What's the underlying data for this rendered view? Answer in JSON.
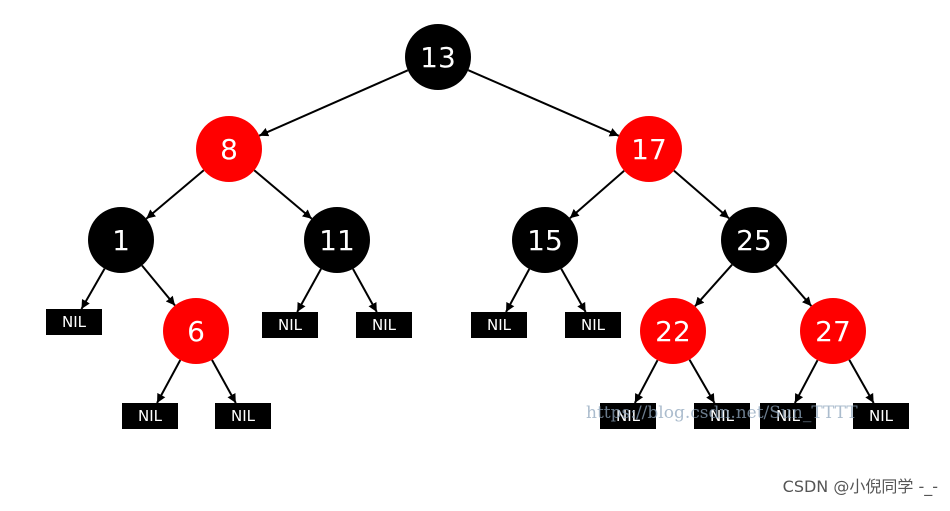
{
  "tree": {
    "node_colors": {
      "red": "#ff0000",
      "black": "#000000"
    },
    "nodes": [
      {
        "id": "n13",
        "value": "13",
        "color": "black"
      },
      {
        "id": "n8",
        "value": "8",
        "color": "red"
      },
      {
        "id": "n17",
        "value": "17",
        "color": "red"
      },
      {
        "id": "n1",
        "value": "1",
        "color": "black"
      },
      {
        "id": "n11",
        "value": "11",
        "color": "black"
      },
      {
        "id": "n15",
        "value": "15",
        "color": "black"
      },
      {
        "id": "n25",
        "value": "25",
        "color": "black"
      },
      {
        "id": "n6",
        "value": "6",
        "color": "red"
      },
      {
        "id": "n22",
        "value": "22",
        "color": "red"
      },
      {
        "id": "n27",
        "value": "27",
        "color": "red"
      }
    ],
    "nil_label": "NIL",
    "nil_leaves": [
      {
        "id": "nil1",
        "parent": "n1"
      },
      {
        "id": "nil2",
        "parent": "n6"
      },
      {
        "id": "nil3",
        "parent": "n6"
      },
      {
        "id": "nil4",
        "parent": "n11"
      },
      {
        "id": "nil5",
        "parent": "n11"
      },
      {
        "id": "nil6",
        "parent": "n15"
      },
      {
        "id": "nil7",
        "parent": "n15"
      },
      {
        "id": "nil8",
        "parent": "n22"
      },
      {
        "id": "nil9",
        "parent": "n22"
      },
      {
        "id": "nil10",
        "parent": "n27"
      },
      {
        "id": "nil11",
        "parent": "n27"
      }
    ],
    "edges": [
      [
        "n13",
        "n8"
      ],
      [
        "n13",
        "n17"
      ],
      [
        "n8",
        "n1"
      ],
      [
        "n8",
        "n11"
      ],
      [
        "n17",
        "n15"
      ],
      [
        "n17",
        "n25"
      ],
      [
        "n1",
        "nil1"
      ],
      [
        "n1",
        "n6"
      ],
      [
        "n6",
        "nil2"
      ],
      [
        "n6",
        "nil3"
      ],
      [
        "n11",
        "nil4"
      ],
      [
        "n11",
        "nil5"
      ],
      [
        "n15",
        "nil6"
      ],
      [
        "n15",
        "nil7"
      ],
      [
        "n25",
        "n22"
      ],
      [
        "n25",
        "n27"
      ],
      [
        "n22",
        "nil8"
      ],
      [
        "n22",
        "nil9"
      ],
      [
        "n27",
        "nil10"
      ],
      [
        "n27",
        "nil11"
      ]
    ]
  },
  "watermark": {
    "image_text": "https://blog.csdn.net/Sun_TTTT",
    "credit": "CSDN @小倪同学 -_-"
  }
}
